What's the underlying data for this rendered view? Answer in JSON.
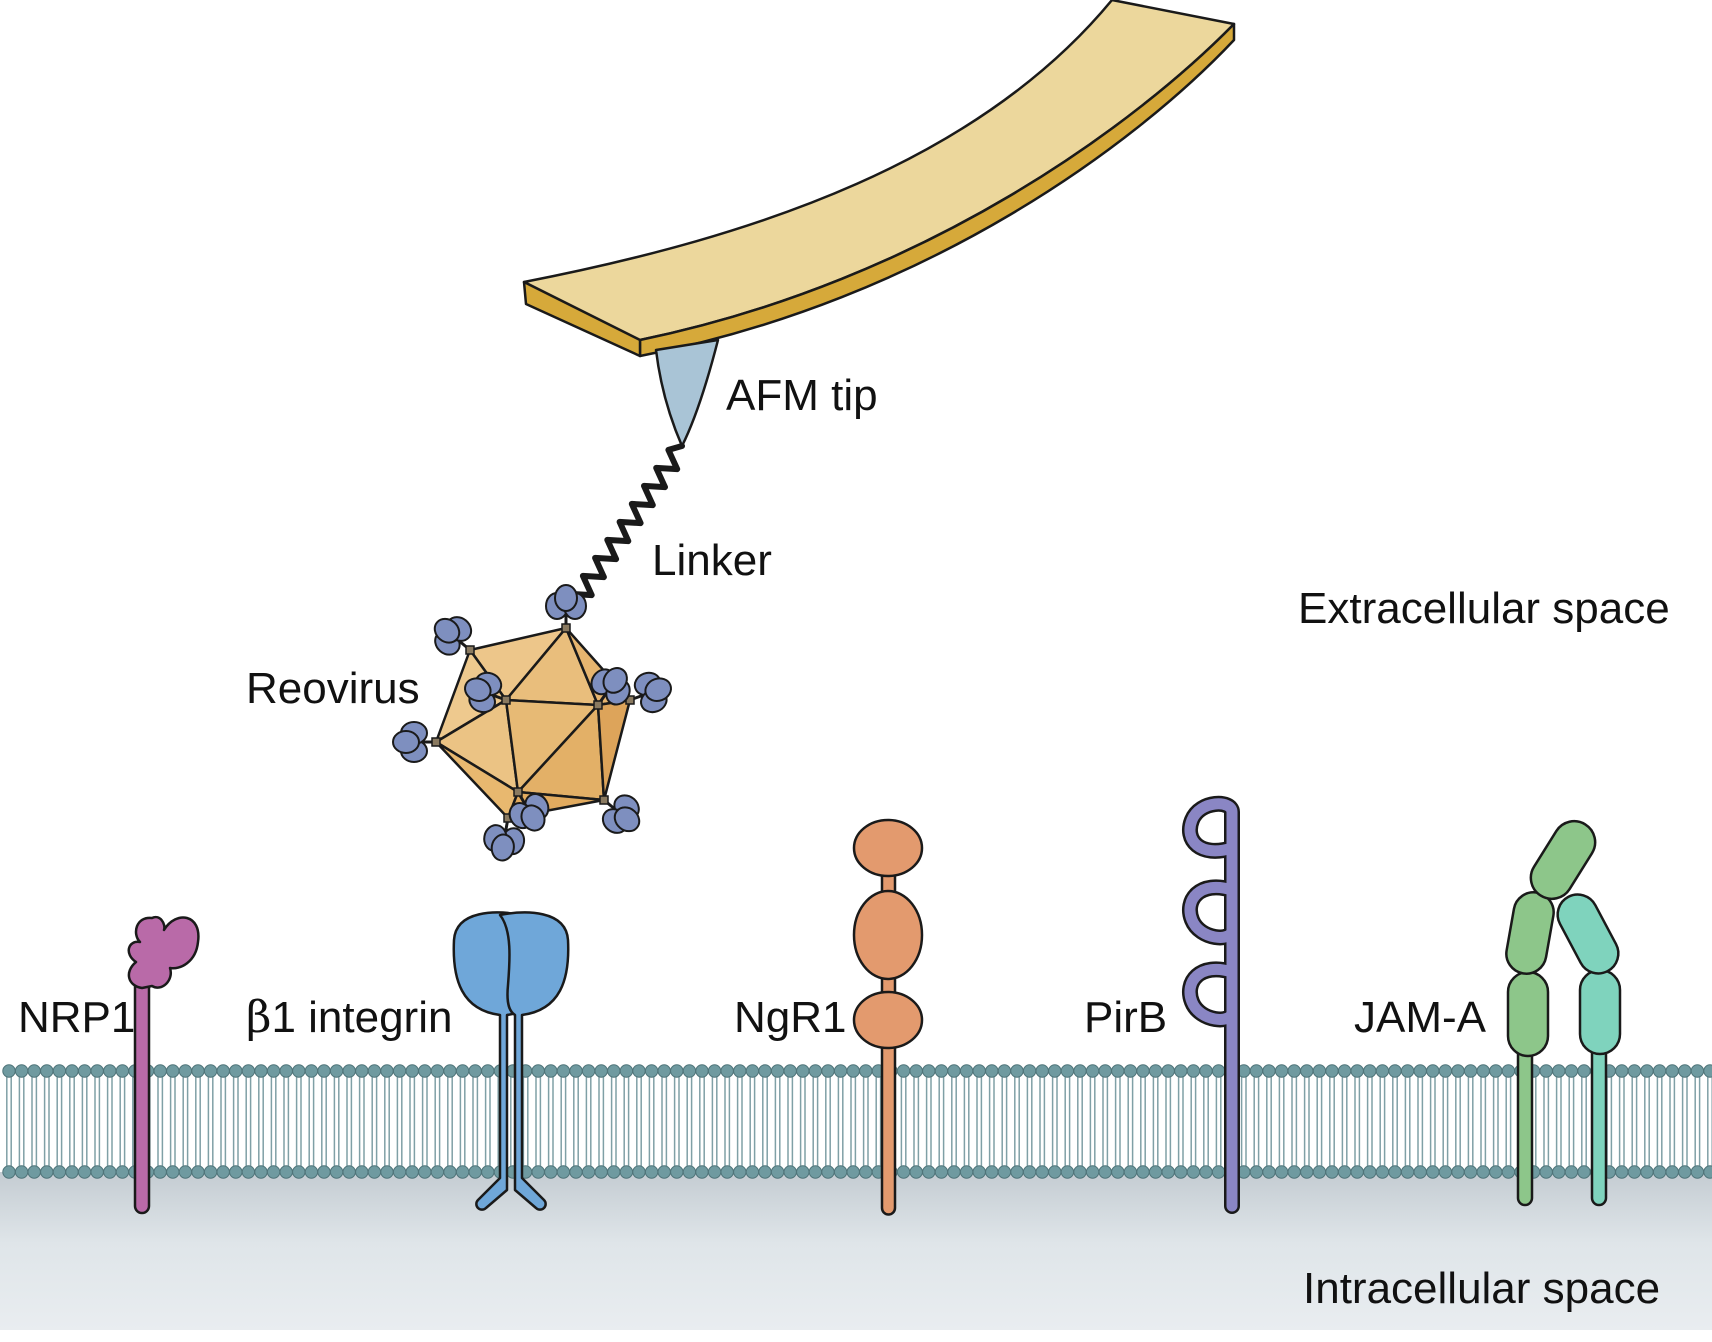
{
  "labels": {
    "afm_tip": "AFM tip",
    "linker": "Linker",
    "reovirus": "Reovirus",
    "extracellular": "Extracellular space",
    "intracellular": "Intracellular space",
    "nrp1": "NRP1",
    "integrin_symbol": "β",
    "integrin_rest": "1 integrin",
    "ngr1": "NgR1",
    "pirb": "PirB",
    "jam_a": "JAM-A"
  },
  "colors": {
    "cantilever": "#ecd79c",
    "cantilever_edge": "#d6a93a",
    "afm_tip": "#a9c4d6",
    "virus_face": "#e8b870",
    "virus_attachment": "#7e8fbf",
    "membrane_head": "#6f9aa0",
    "intracellular": "#dde3e7",
    "nrp1": "#b96aa8",
    "integrin": "#6fa7d9",
    "ngr1": "#e39a6e",
    "pirb": "#8a86c4",
    "jam_a_left": "#8dc68a",
    "jam_a_right": "#7fd3bd"
  }
}
